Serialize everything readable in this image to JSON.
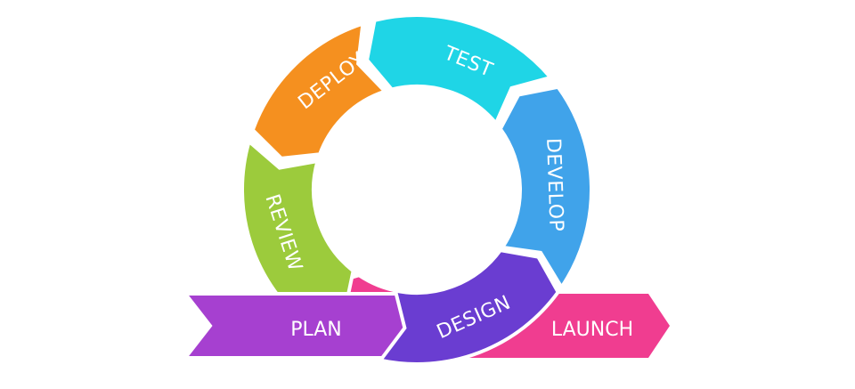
{
  "diagram": {
    "type": "cycle",
    "colors": {
      "background": "#ffffff",
      "separator": "#ffffff",
      "text": "#ffffff"
    },
    "cycle_stages": [
      {
        "id": "design",
        "label": "DESIGN",
        "color": "#6a3dd1"
      },
      {
        "id": "develop",
        "label": "DEVELOP",
        "color": "#40a3ea"
      },
      {
        "id": "test",
        "label": "TEST",
        "color": "#1fd5e6"
      },
      {
        "id": "deploy",
        "label": "DEPLOY",
        "color": "#f5901f"
      },
      {
        "id": "review",
        "label": "REVIEW",
        "color": "#9ccb3c"
      }
    ],
    "plan": {
      "label": "PLAN",
      "color": "#a640d0"
    },
    "launch": {
      "label": "LAUNCH",
      "color": "#f03d90"
    }
  }
}
